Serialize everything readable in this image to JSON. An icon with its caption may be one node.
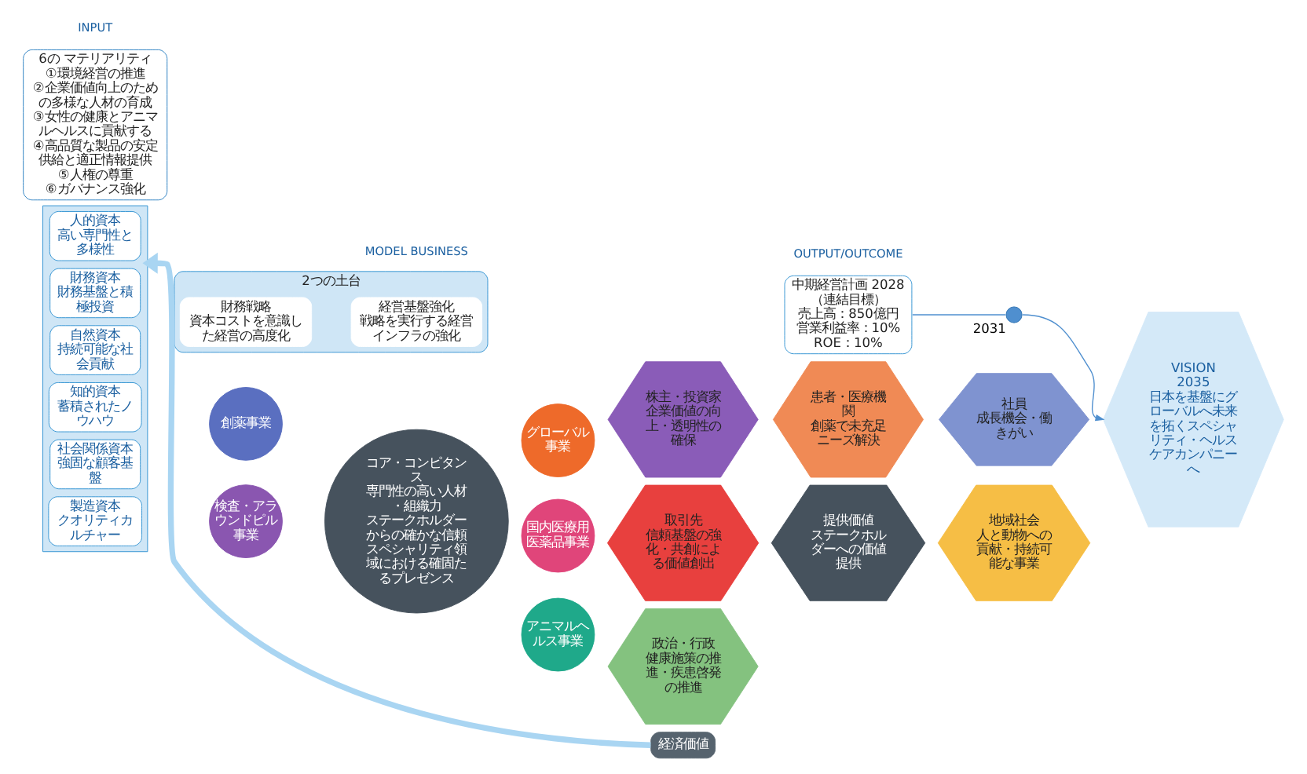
{
  "diagram": {
    "nodes": [
      {
        "text": [],
        "shape": "box"
      },
      {
        "text": [
          "人的資本",
          "高い専門性と多様性"
        ],
        "in": 0
      },
      {
        "text": [
          "財務資本",
          "財務基盤と積極投資"
        ],
        "in": 0
      },
      {
        "text": [
          "知的資本",
          "蓄積されたノウハウ"
        ],
        "in": 0
      },
      {
        "text": [
          "製造資本",
          "クオリティカルチャー"
        ],
        "in": 0
      },
      {
        "text": [
          "社会関係資本",
          "強固な顧客基盤"
        ],
        "in": 0
      },
      {
        "text": [
          "自然資本",
          "持続可能な社会貢献"
        ],
        "in": 0
      },
      {
        "text": [
          "創薬事業"
        ]
      },
      {
        "text": [
          "グローバル事業"
        ]
      },
      {
        "text": [
          "国内医療用医薬品事業"
        ]
      },
      {
        "text": [
          "アニマルヘルス事業"
        ]
      },
      {
        "text": [
          "検査・アラウンドピル事業"
        ]
      },
      {
        "text": [
          "コア・コンピタンス",
          "専門性の高い人材・組織力",
          "ステークホルダーからの確かな信頼",
          "スペシャリティ領域における確固たるプレゼンス"
        ]
      },
      {
        "text": [
          "2つの土台"
        ]
      },
      {
        "text": [
          "財務戦略",
          "資本コストを意識した経営の高度化"
        ],
        "in": 13
      },
      {
        "text": [
          "経営基盤強化",
          "戦略を実行する経営インフラの強化"
        ],
        "in": 13
      },
      {
        "text": [
          "患者・医療機関",
          "創薬で未充足ニーズ解決"
        ]
      },
      {
        "text": [
          "株主・投資家",
          "企業価値の向上・透明性の確保"
        ]
      },
      {
        "text": [
          "社員",
          "成長機会・働きがい"
        ]
      },
      {
        "text": [
          "提供価値",
          "ステークホルダーへの価値提供"
        ]
      },
      {
        "text": [
          "取引先",
          "信頼基盤の強化・共創による価値創出"
        ]
      },
      {
        "text": [
          "地域社会",
          "人と動物への貢献・持続可能な事業"
        ]
      },
      {
        "text": [
          "政治・行政",
          "健康施策の推進・疾患啓発の推進"
        ]
      },
      {
        "text": [
          "経済価値"
        ]
      },
      {
        "text": [
          "中期経営計画 2028",
          "（連結目標）",
          "売上高：850億円",
          "営業利益率：10%",
          "ROE：10%"
        ]
      },
      {
        "text": [],
        "shape": "circle",
        "beside": [
          "2031"
        ]
      },
      {
        "text": [
          "VISION 2035",
          "日本を基盤にグローバルへ未来を拓くスペシャリティ・ヘルスケアカンパニーへ"
        ]
      },
      {
        "text": [
          "6の マテリアリティ",
          "①環境経営の推進",
          "②企業価値向上のための多様な人材の育成",
          "③女性の健康とアニマルヘルスに貢献する",
          "④高品質な製品の安定供給と適正情報提供",
          "⑤人権の尊重",
          "⑥ガバナンス強化"
        ]
      }
    ],
    "edges": [
      {
        "from": 24,
        "to": 25,
        "arrow": "none"
      },
      {
        "from": 25,
        "to": 26,
        "arrow": "to"
      },
      {
        "from": 23,
        "to": 0,
        "arrow": "to",
        "style": "thick",
        "color": "#a9d5f2"
      }
    ],
    "labels": [
      "INPUT",
      "MODEL BUSINESS",
      "OUTPUT/OUTCOME"
    ]
  }
}
